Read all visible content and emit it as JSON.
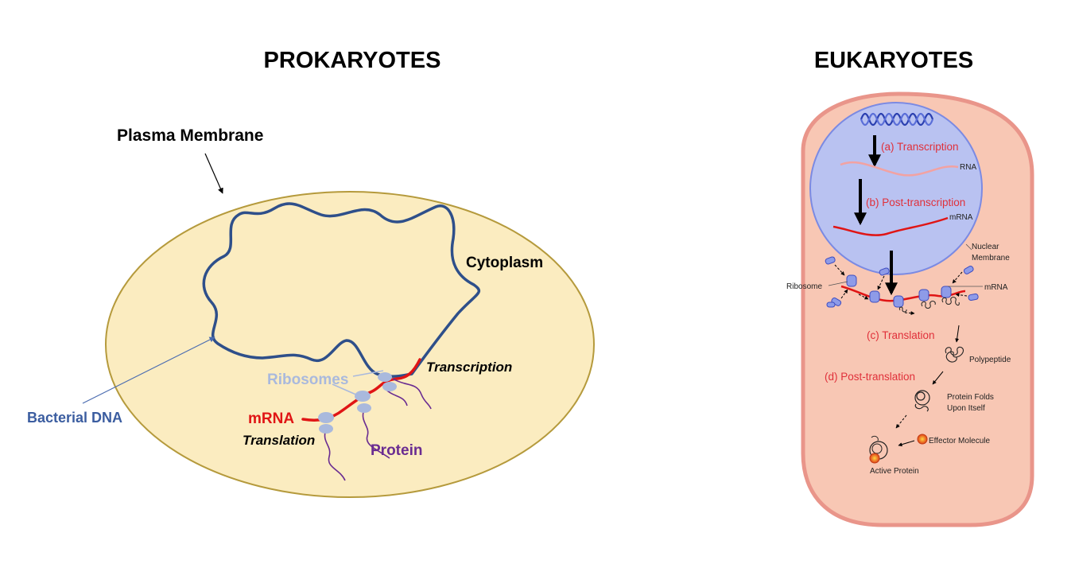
{
  "prokaryotes": {
    "title": "PROKARYOTES",
    "plasma_membrane": "Plasma Membrane",
    "cytoplasm": "Cytoplasm",
    "bacterial_dna": "Bacterial DNA",
    "ribosomes": "Ribosomes",
    "transcription": "Transcription",
    "mrna": "mRNA",
    "translation": "Translation",
    "protein": "Protein"
  },
  "eukaryotes": {
    "title": "EUKARYOTES",
    "transcription": "(a) Transcription",
    "rna": "RNA",
    "post_transcription": "(b) Post-transcription",
    "mrna_nucleus": "mRNA",
    "nuclear": "Nuclear",
    "membrane": "Membrane",
    "ribosome": "Ribosome",
    "mrna_cyto": "mRNA",
    "translation": "(c) Translation",
    "polypeptide": "Polypeptide",
    "post_translation": "(d) Post-translation",
    "protein_folds": "Protein Folds",
    "upon_itself": "Upon Itself",
    "effector_molecule": "Effector Molecule",
    "active_protein": "Active Protein"
  },
  "colors": {
    "cell_fill": "#fbecc0",
    "cell_stroke": "#b59a3c",
    "dna": "#2e4f8a",
    "mrna": "#e01515",
    "ribosome": "#a9b9dd",
    "protein": "#6a2c91",
    "euk_cell_fill": "#f8c7b4",
    "euk_cell_stroke": "#e9958a",
    "nucleus_fill": "#b9c2f1",
    "nucleus_stroke": "#7b8ae3",
    "label_red": "#e0303a"
  }
}
